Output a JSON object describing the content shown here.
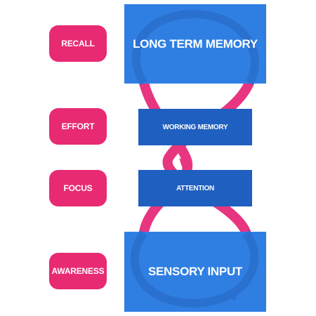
{
  "labels": {
    "recall": "RECALL",
    "effort": "EFFORT",
    "focus": "FOCUS",
    "awareness": "AWARENESS"
  },
  "boxes": {
    "long_term_memory": "LONG TERM MEMORY",
    "working_memory": "WORKING MEMORY",
    "attention": "ATTENTION",
    "sensory_input": "SENSORY INPUT"
  },
  "colors": {
    "label_pink": "#e82a73",
    "large_box_blue": "#2f7fe3",
    "small_box_blue": "#1f5fbf",
    "figure_eight_pink": "#e8357f"
  }
}
